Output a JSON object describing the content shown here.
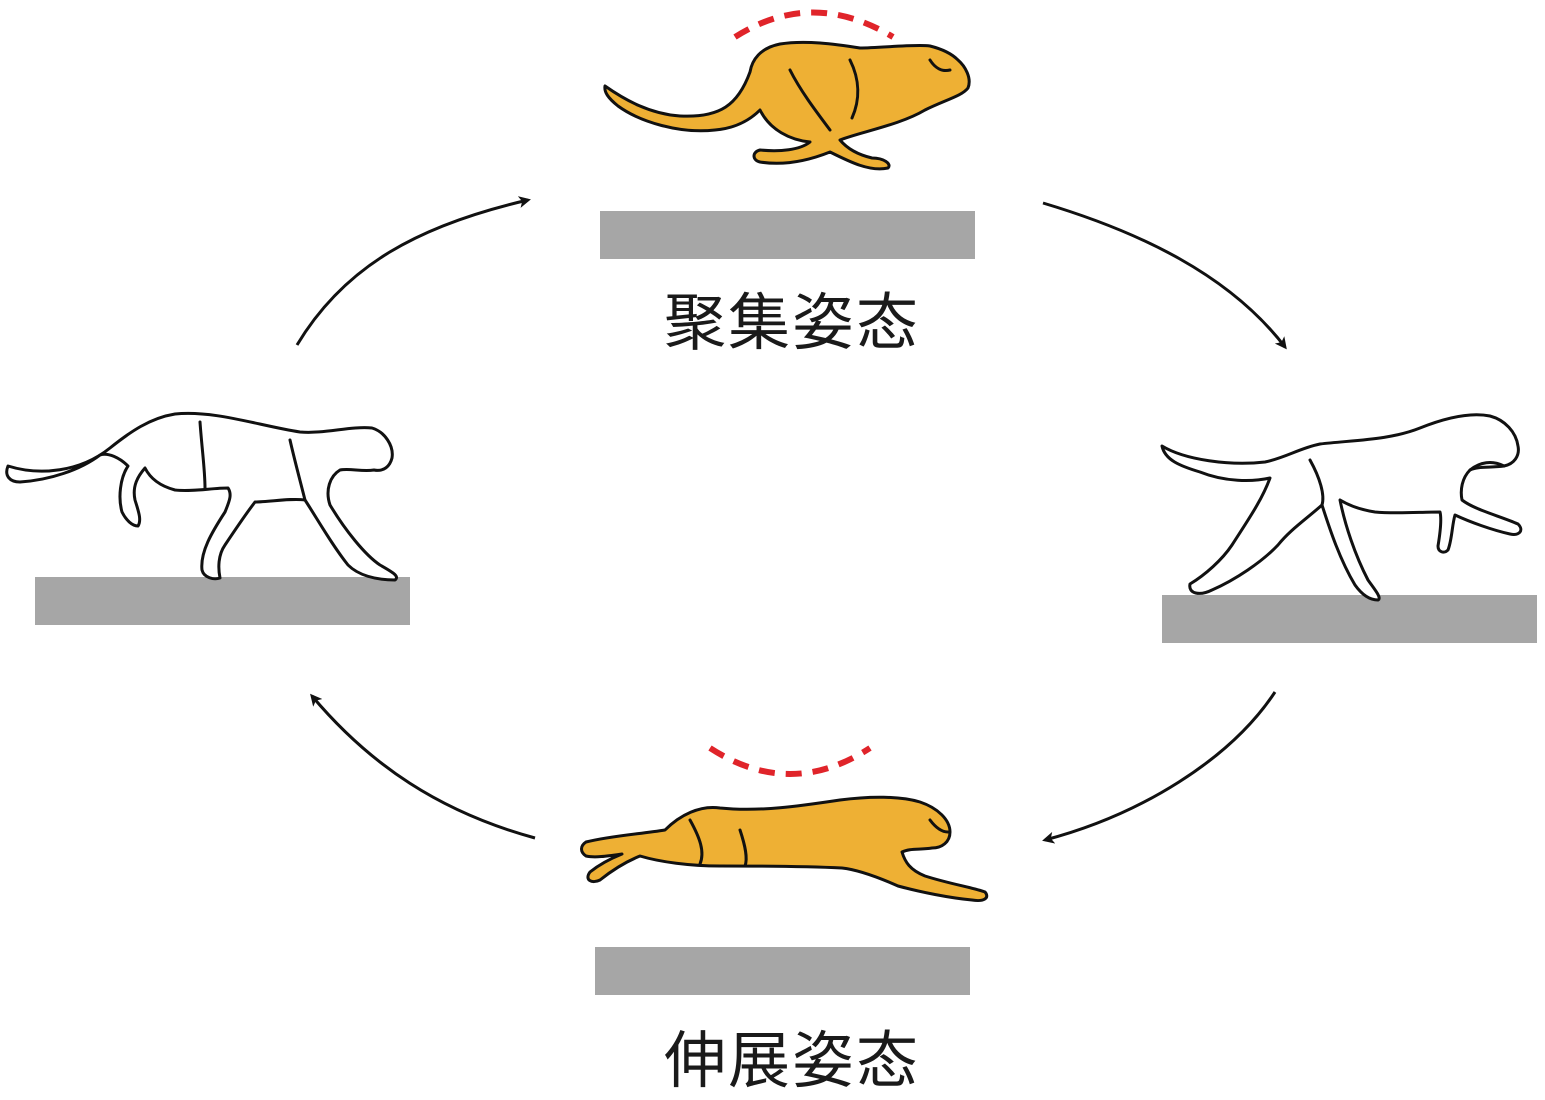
{
  "labels": {
    "gathered": "聚集姿态",
    "extended": "伸展姿态"
  },
  "colors": {
    "body_highlight": "#EEB034",
    "body_plain": "#FFFFFF",
    "outline": "#111111",
    "ground": "#A6A6A6",
    "spine_curve": "#E0242A",
    "arrow": "#111111"
  },
  "icons": [
    "cheetah-gathered",
    "cheetah-extended",
    "cheetah-left",
    "cheetah-right",
    "cycle-arrow"
  ]
}
